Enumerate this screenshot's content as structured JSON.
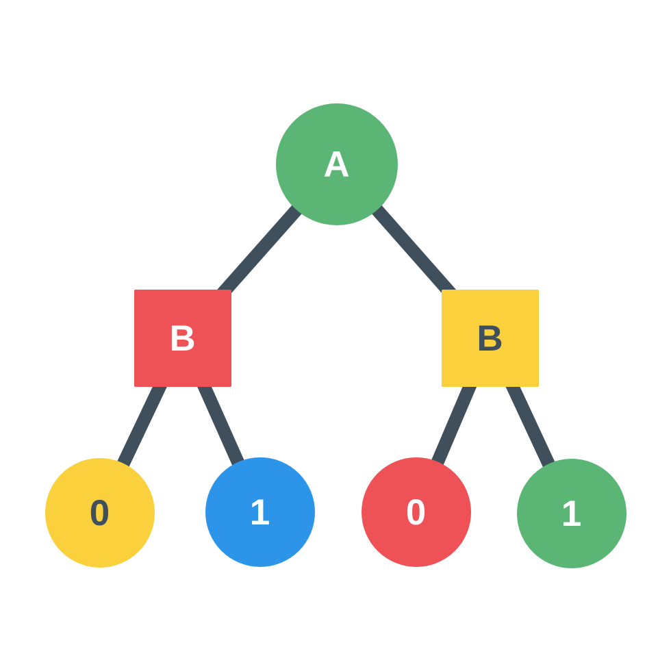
{
  "diagram": {
    "type": "binary-tree",
    "background": "#FFFFFF",
    "edge_color": "#3F4F5C",
    "nodes": {
      "root": {
        "label": "A",
        "shape": "circle",
        "fill": "#5BB574",
        "text_color": "#FFFFFF"
      },
      "branch_left": {
        "label": "B",
        "shape": "square",
        "fill": "#EE5257",
        "text_color": "#FFFFFF"
      },
      "branch_right": {
        "label": "B",
        "shape": "square",
        "fill": "#FAD03D",
        "text_color": "#3F4F5C"
      },
      "leaf_1": {
        "label": "0",
        "shape": "circle",
        "fill": "#FAD03D",
        "text_color": "#3F4F5C"
      },
      "leaf_2": {
        "label": "1",
        "shape": "circle",
        "fill": "#2D95E9",
        "text_color": "#FFFFFF"
      },
      "leaf_3": {
        "label": "0",
        "shape": "circle",
        "fill": "#EE5257",
        "text_color": "#FFFFFF"
      },
      "leaf_4": {
        "label": "1",
        "shape": "circle",
        "fill": "#5BB574",
        "text_color": "#FFFFFF"
      }
    },
    "edges": [
      [
        "root",
        "branch_left"
      ],
      [
        "root",
        "branch_right"
      ],
      [
        "branch_left",
        "leaf_1"
      ],
      [
        "branch_left",
        "leaf_2"
      ],
      [
        "branch_right",
        "leaf_3"
      ],
      [
        "branch_right",
        "leaf_4"
      ]
    ]
  }
}
